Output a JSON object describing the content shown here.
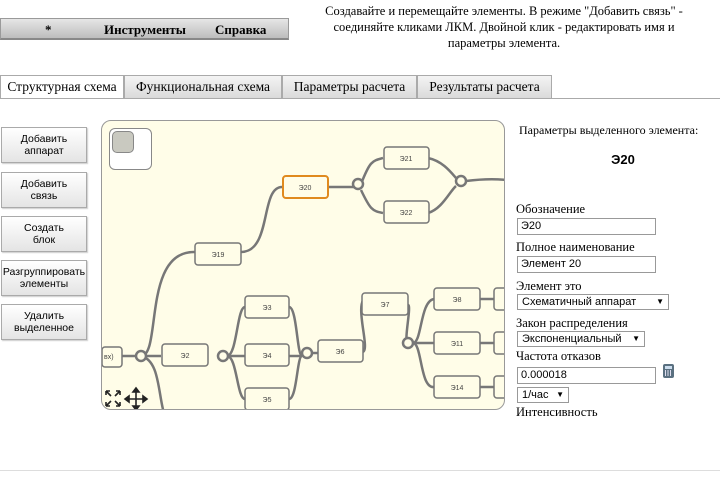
{
  "menubar": {
    "items": [
      "*",
      "Инструменты",
      "Справка"
    ]
  },
  "hint": {
    "line1": "Создавайте и перемещайте элементы. В режиме \"Добавить связь\" -",
    "line2": "соединяйте кликами ЛКМ. Двойной клик - редактировать имя и",
    "line3": "параметры элемента."
  },
  "tabs": [
    "Структурная схема",
    "Функциональная схема",
    "Параметры расчета",
    "Результаты расчета"
  ],
  "active_tab": 0,
  "sidebar": {
    "add_device": [
      "Добавить",
      "аппарат"
    ],
    "add_link": [
      "Добавить",
      "связь"
    ],
    "create_block": [
      "Создать",
      "блок"
    ],
    "ungroup": [
      "Разгруппировать",
      "элементы"
    ],
    "delete": [
      "Удалить",
      "выделенное"
    ]
  },
  "canvas": {
    "nodes": [
      "Э20",
      "Э21",
      "Э22",
      "Э19",
      "Э3",
      "Э4",
      "Э5",
      "Э2",
      "Э6",
      "Э7",
      "Э8",
      "Э11",
      "Э14",
      "вх)"
    ],
    "selected_node": "Э20",
    "fullscreen_icon": "expand-icon",
    "move_icon": "move-icon"
  },
  "properties": {
    "title": "Параметры выделенного элемента:",
    "element_name": "Э20",
    "designation_label": "Обозначение",
    "designation_value": "Э20",
    "full_name_label": "Полное наименование",
    "full_name_value": "Элемент 20",
    "element_type_label": "Элемент это",
    "element_type_value": "Схематичный аппарат",
    "distribution_label": "Закон распределения",
    "distribution_value": "Экспоненциальный",
    "failure_rate_label": "Частота отказов",
    "failure_rate_value": "0.000018",
    "unit_value": "1/час",
    "intensity_label": "Интенсивность"
  },
  "colors": {
    "selected_border": "#e08a1e",
    "canvas_bg": "#fffde8",
    "line": "#777777"
  }
}
